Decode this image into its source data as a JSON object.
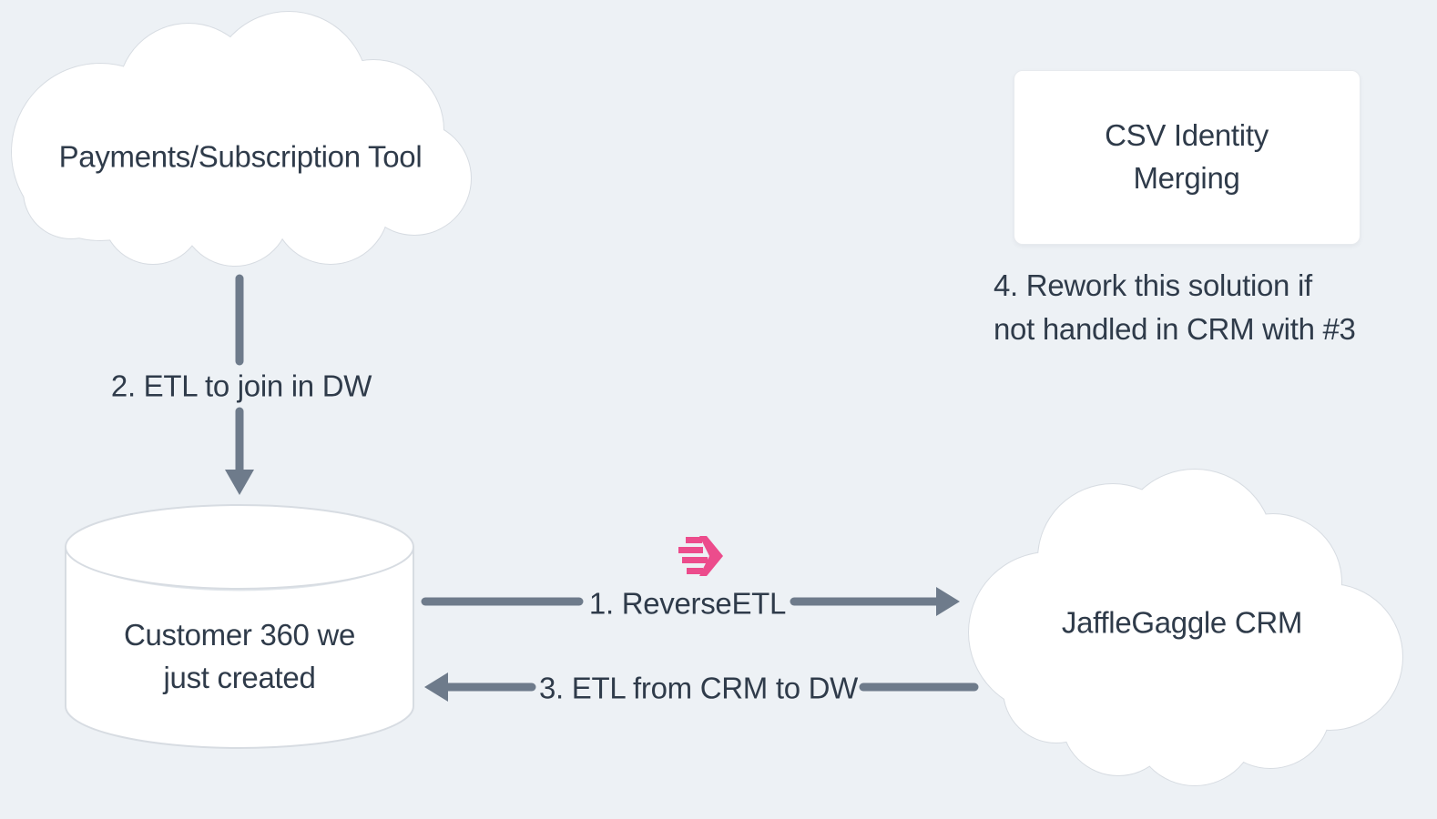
{
  "diagram": {
    "title": "customer-360-reverse-etl-architecture"
  },
  "colors": {
    "background": "#edf1f5",
    "node_fill": "#ffffff",
    "node_border": "#d7dce2",
    "arrow": "#6e7b8b",
    "text": "#2f3b4a",
    "logo_pink": "#ec4c8c"
  },
  "nodes": {
    "payments": {
      "shape": "cloud",
      "label": "Payments/Subscription Tool"
    },
    "csv_merging": {
      "shape": "rectangle",
      "label": "CSV Identity Merging"
    },
    "customer360": {
      "shape": "cylinder",
      "label": "Customer 360 we\njust created"
    },
    "jafflegaggle": {
      "shape": "cloud",
      "label": "JaffleGaggle CRM"
    }
  },
  "edges": {
    "reverse_etl": {
      "label": "1. ReverseETL",
      "from": "customer360",
      "to": "jafflegaggle",
      "direction": "right"
    },
    "etl_to_dw": {
      "label": "2. ETL to join in DW",
      "from": "payments",
      "to": "customer360",
      "direction": "down"
    },
    "etl_from_crm": {
      "label": "3. ETL from CRM to DW",
      "from": "jafflegaggle",
      "to": "customer360",
      "direction": "left"
    }
  },
  "annotations": {
    "rework": {
      "text": "4. Rework this solution if\nnot handled in CRM with #3"
    }
  },
  "icons": {
    "reverse_etl_logo": "pink-speed-hexagon"
  }
}
